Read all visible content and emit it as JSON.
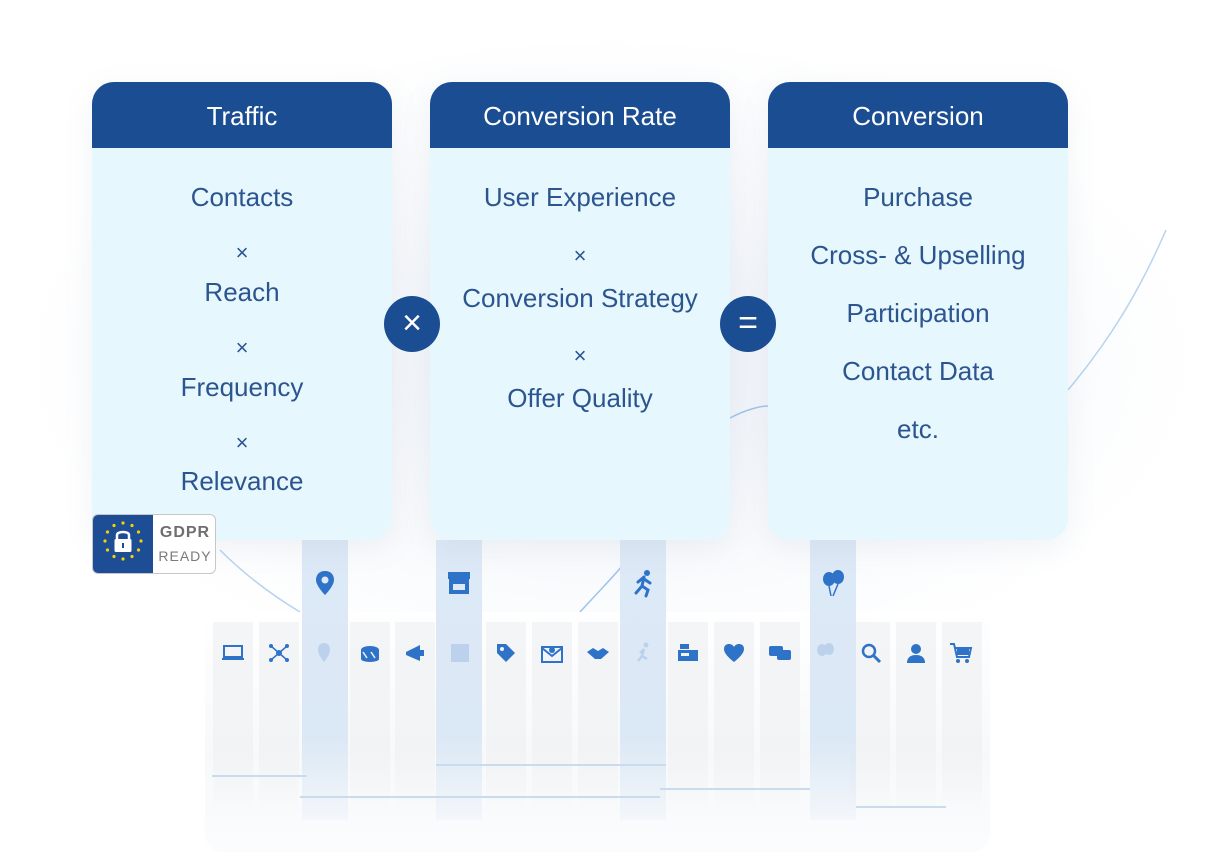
{
  "cards": [
    {
      "title": "Traffic",
      "items": [
        "Contacts",
        "Reach",
        "Frequency",
        "Relevance"
      ],
      "separator": "×"
    },
    {
      "title": "Conversion Rate",
      "items": [
        "User Experience",
        "Conversion Strategy",
        "Offer Quality"
      ],
      "separator": "×"
    },
    {
      "title": "Conversion",
      "items": [
        "Purchase",
        "Cross- & Upselling",
        "Participation",
        "Contact Data",
        "etc."
      ]
    }
  ],
  "operators": {
    "multiply": "×",
    "equals": "="
  },
  "badge": {
    "line1": "GDPR",
    "line2": "READY"
  },
  "colors": {
    "header": "#1b4d92",
    "card": "#e6f7fd",
    "text": "#2c5590",
    "icon": "#2f73c9"
  },
  "strip_icons": [
    "laptop-icon",
    "network-icon",
    "location-pin-icon",
    "drum-icon",
    "megaphone-icon",
    "store-icon",
    "price-tag-icon",
    "email-icon",
    "handshake-icon",
    "runner-icon",
    "cash-register-icon",
    "heart-icon",
    "chat-icon",
    "balloons-icon",
    "search-icon",
    "support-agent-icon",
    "shopping-cart-icon"
  ],
  "highlight_icons": [
    "location-pin-icon",
    "store-icon",
    "runner-icon",
    "balloons-icon"
  ]
}
